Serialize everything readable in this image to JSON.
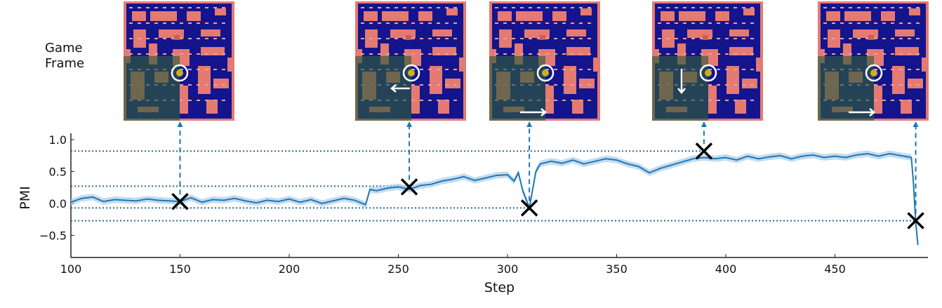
{
  "game_frame_label": [
    "Game",
    "Frame"
  ],
  "colors": {
    "line": "#1f77b4",
    "band": "#a9cce8",
    "marker": "#000000",
    "maze_bg": "#14148c",
    "maze_wall": "#e47a72",
    "overlay": "#2e5c3a"
  },
  "chart_data": {
    "type": "line",
    "xlabel": "Step",
    "ylabel": "PMI",
    "xlim": [
      100,
      490
    ],
    "ylim": [
      -0.85,
      1.05
    ],
    "xticks": [
      100,
      150,
      200,
      250,
      300,
      350,
      400,
      450
    ],
    "yticks": [
      1.0,
      0.5,
      0.0,
      -0.5
    ],
    "ytick_labels": [
      "1.0",
      "0.5",
      "0.0",
      "−0.5"
    ],
    "band_halfwidth": 0.05,
    "series": [
      {
        "name": "PMI",
        "x": [
          100,
          105,
          110,
          115,
          120,
          125,
          130,
          135,
          140,
          145,
          150,
          155,
          160,
          165,
          170,
          175,
          180,
          185,
          190,
          195,
          200,
          205,
          210,
          215,
          220,
          225,
          230,
          235,
          237,
          240,
          245,
          250,
          255,
          260,
          265,
          270,
          275,
          280,
          285,
          290,
          295,
          300,
          303,
          305,
          307,
          310,
          313,
          315,
          320,
          325,
          330,
          335,
          340,
          345,
          350,
          355,
          360,
          365,
          370,
          375,
          380,
          385,
          390,
          395,
          400,
          405,
          410,
          415,
          420,
          425,
          430,
          435,
          440,
          445,
          450,
          455,
          460,
          465,
          470,
          475,
          480,
          485,
          486,
          487,
          488
        ],
        "y": [
          0.02,
          0.08,
          0.1,
          0.03,
          0.06,
          0.05,
          0.04,
          0.07,
          0.05,
          0.04,
          0.03,
          0.09,
          0.02,
          0.06,
          0.05,
          0.08,
          0.04,
          0.01,
          0.05,
          0.03,
          0.07,
          0.02,
          0.06,
          0.0,
          0.04,
          0.08,
          0.05,
          -0.02,
          0.22,
          0.2,
          0.24,
          0.26,
          0.22,
          0.28,
          0.3,
          0.35,
          0.38,
          0.42,
          0.36,
          0.4,
          0.44,
          0.45,
          0.35,
          0.48,
          0.2,
          -0.07,
          0.5,
          0.62,
          0.66,
          0.63,
          0.68,
          0.62,
          0.66,
          0.7,
          0.68,
          0.62,
          0.58,
          0.48,
          0.55,
          0.6,
          0.65,
          0.7,
          0.72,
          0.7,
          0.72,
          0.68,
          0.74,
          0.7,
          0.73,
          0.75,
          0.7,
          0.74,
          0.76,
          0.72,
          0.74,
          0.72,
          0.76,
          0.78,
          0.74,
          0.78,
          0.75,
          0.72,
          0.3,
          -0.3,
          -0.65
        ]
      }
    ],
    "markers": [
      {
        "x": 150,
        "y": 0.03
      },
      {
        "x": 255,
        "y": 0.26
      },
      {
        "x": 310,
        "y": -0.07
      },
      {
        "x": 390,
        "y": 0.82
      },
      {
        "x": 487,
        "y": -0.27
      }
    ],
    "reference_lines": [
      0.82,
      0.27,
      -0.07,
      -0.27
    ],
    "frames": [
      {
        "step": 150,
        "arrow": "none"
      },
      {
        "step": 255,
        "arrow": "left"
      },
      {
        "step": 310,
        "arrow": "right"
      },
      {
        "step": 390,
        "arrow": "down"
      },
      {
        "step": 487,
        "arrow": "right"
      }
    ]
  }
}
